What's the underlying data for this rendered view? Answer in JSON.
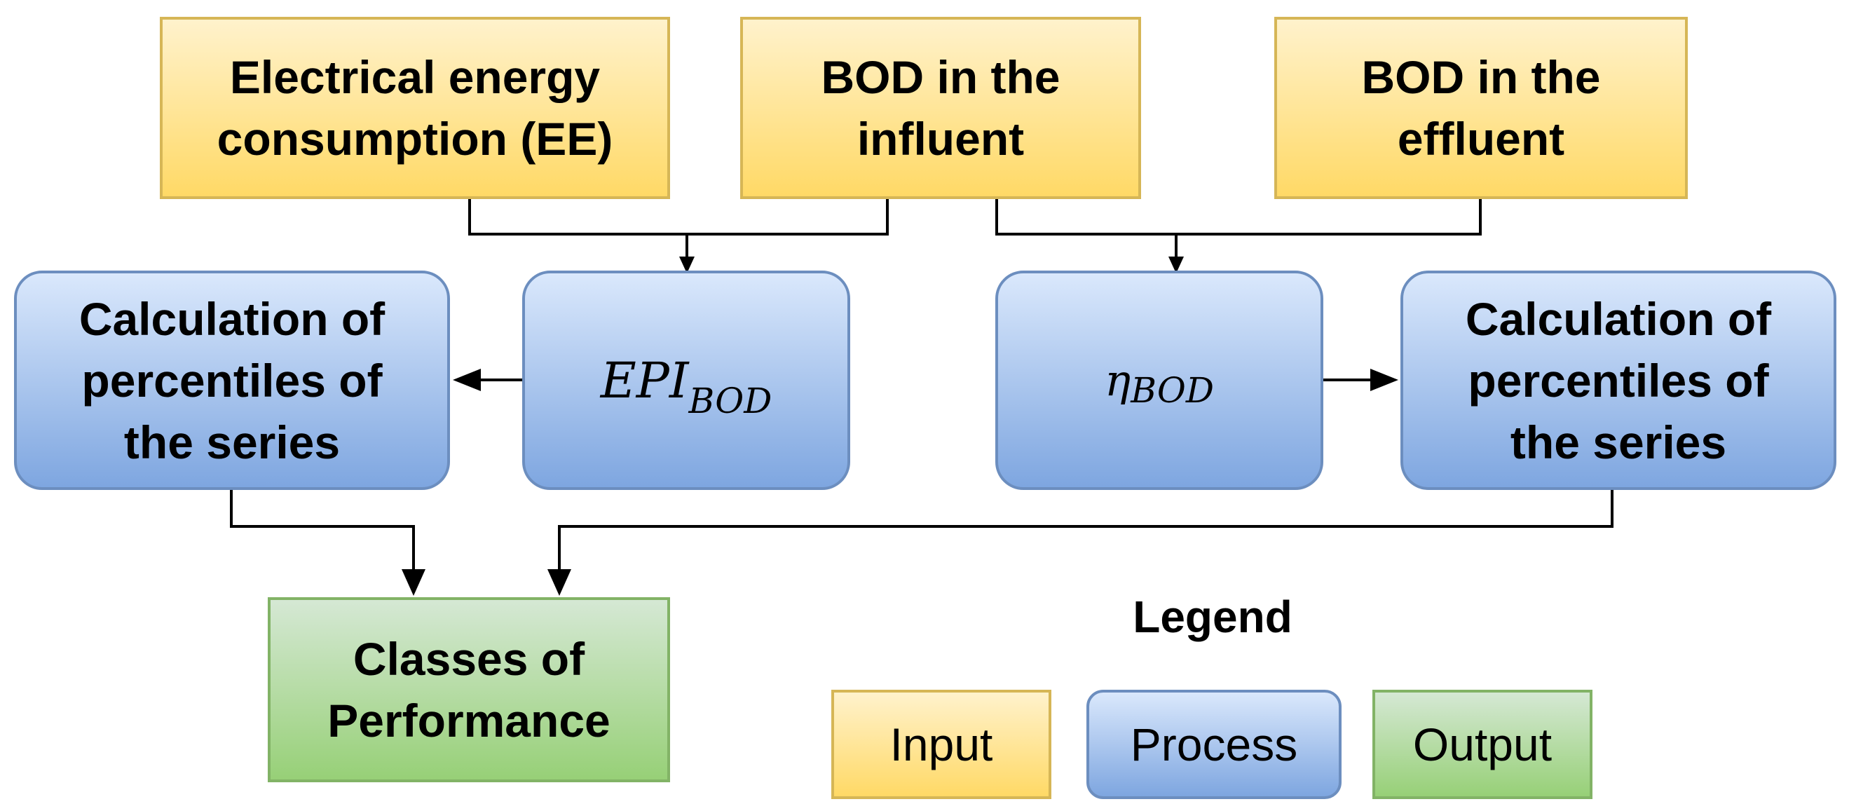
{
  "diagram": {
    "inputs": {
      "energy": "Electrical energy consumption (EE)",
      "bod_influent": "BOD in the influent",
      "bod_effluent": "BOD in the effluent"
    },
    "processes": {
      "percentiles_left": "Calculation of percentiles of the series",
      "epi": {
        "main": "EPI",
        "sub": "BOD"
      },
      "eta": {
        "main": "η",
        "sub": "BOD"
      },
      "percentiles_right": "Calculation of percentiles of the series"
    },
    "outputs": {
      "classes": "Classes of Performance"
    },
    "legend": {
      "title": "Legend",
      "input": "Input",
      "process": "Process",
      "output": "Output"
    },
    "colors": {
      "input_fill": "#ffd966",
      "input_border": "#d6b656",
      "process_fill": "#7ea6e0",
      "process_border": "#6c8ebf",
      "output_fill": "#97d077",
      "output_border": "#82b366",
      "connector": "#000000"
    }
  }
}
